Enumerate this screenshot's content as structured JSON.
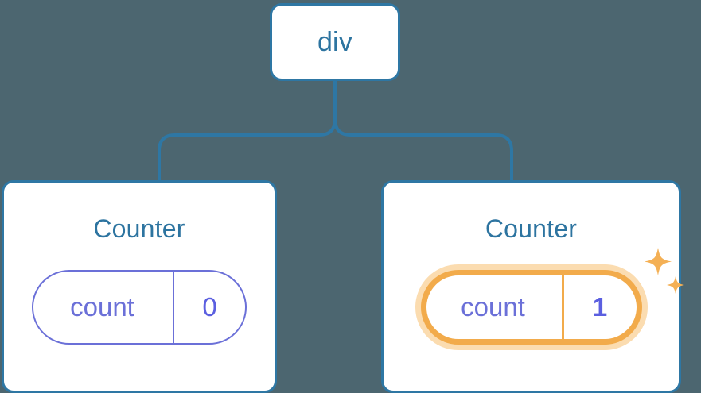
{
  "diagram": {
    "type": "react-component-tree",
    "background_color": "#4c6670",
    "node_border_color": "#2e77a4",
    "node_title_color": "#2d74a0",
    "state_color": "#6b70d8",
    "highlight_color": "#f2ab4b",
    "highlight_glow_color": "#fbdcb0",
    "root": {
      "label": "div"
    },
    "children": [
      {
        "label": "Counter",
        "state": {
          "key": "count",
          "value": "0"
        },
        "highlighted": false,
        "sparkle": false
      },
      {
        "label": "Counter",
        "state": {
          "key": "count",
          "value": "1"
        },
        "highlighted": true,
        "sparkle": true
      }
    ],
    "icons": {
      "sparkle_large": "sparkle-icon",
      "sparkle_small": "sparkle-small-icon"
    }
  }
}
